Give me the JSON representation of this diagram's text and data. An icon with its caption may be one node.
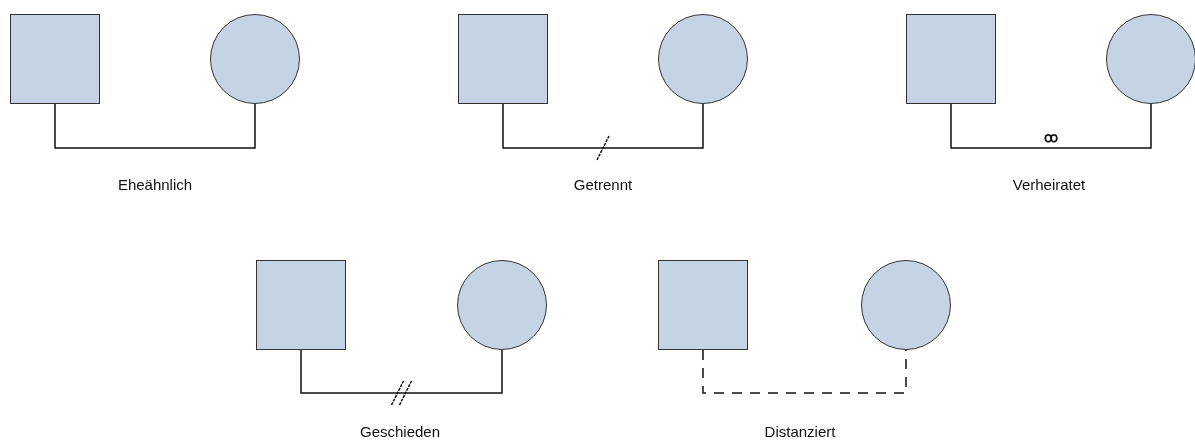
{
  "diagram": {
    "nodes": [
      {
        "text": [],
        "shape": "box"
      },
      {
        "text": [],
        "shape": "circle"
      },
      {
        "text": [],
        "shape": "box"
      },
      {
        "text": [],
        "shape": "circle"
      },
      {
        "text": [],
        "shape": "box"
      },
      {
        "text": [],
        "shape": "circle"
      },
      {
        "text": [],
        "shape": "box"
      },
      {
        "text": [],
        "shape": "circle"
      },
      {
        "text": [],
        "shape": "box"
      },
      {
        "text": [],
        "shape": "circle"
      }
    ],
    "edges": [
      {
        "from": 0,
        "to": 1,
        "arrow": "none"
      },
      {
        "from": 2,
        "to": 3,
        "arrow": "none"
      },
      {
        "from": 4,
        "to": 5,
        "arrow": "none",
        "label": "ꝏ"
      },
      {
        "from": 6,
        "to": 7,
        "arrow": "none"
      },
      {
        "from": 8,
        "to": 9,
        "arrow": "none",
        "style": "dashed"
      }
    ],
    "labels": [
      "Eheähnlich",
      "Getrennt",
      "Verheiratet",
      "Geschieden",
      "Distanziert"
    ]
  }
}
